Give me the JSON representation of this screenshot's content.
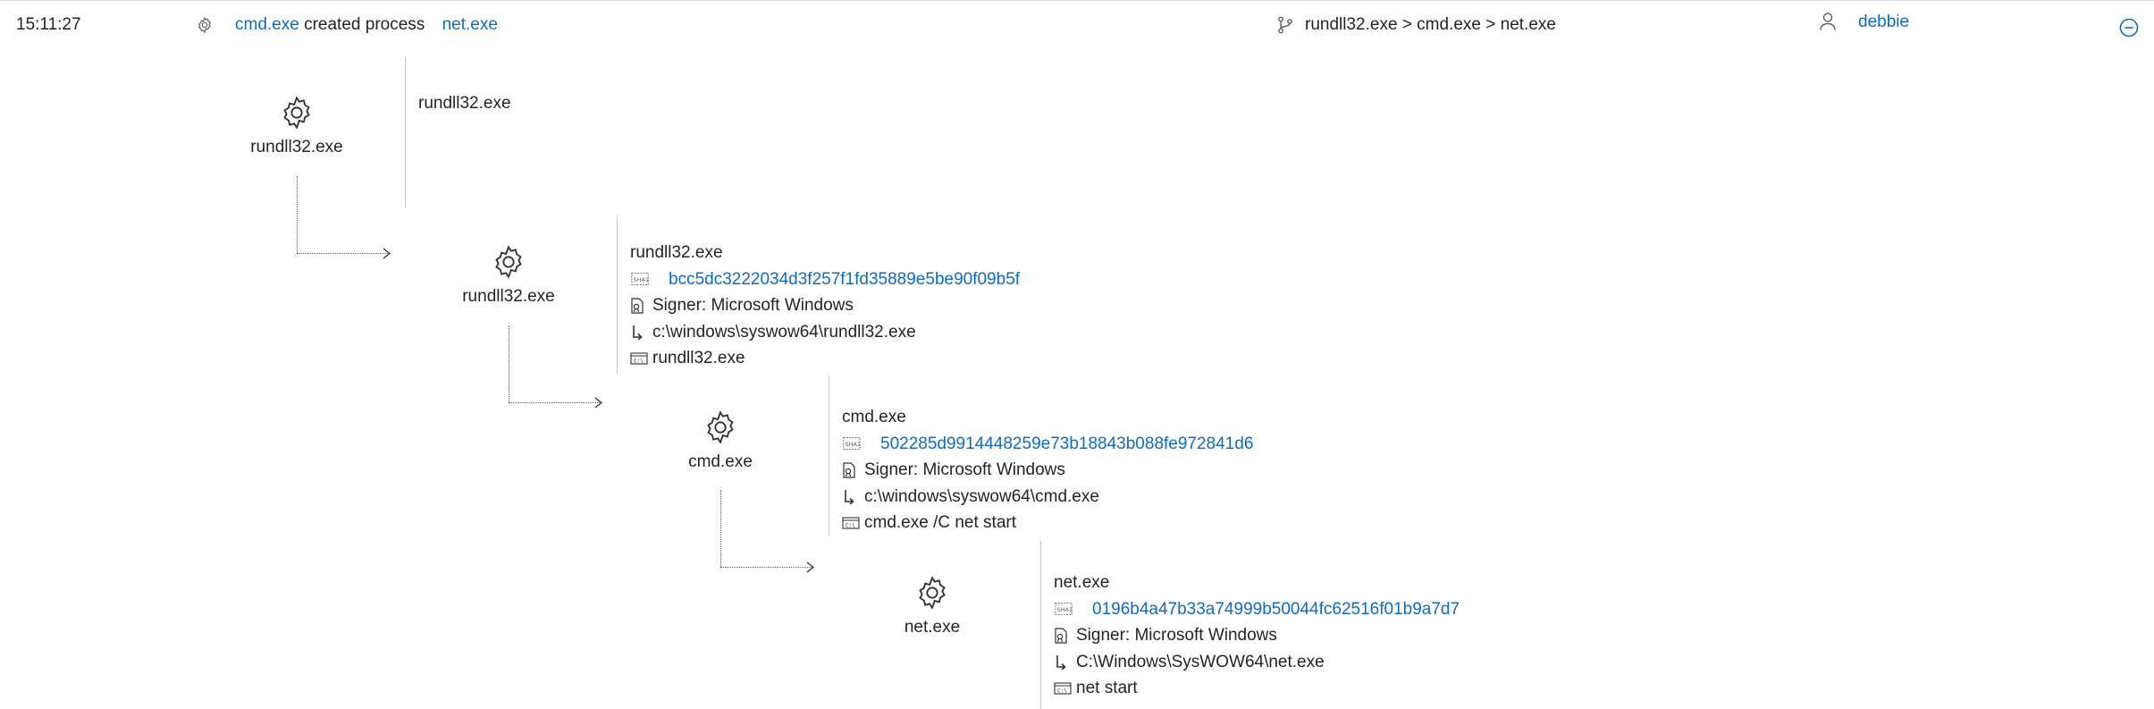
{
  "header": {
    "time": "15:11:27",
    "event_actor": "cmd.exe",
    "event_verb": "created process",
    "event_target": "net.exe",
    "process_chain": "rundll32.exe > cmd.exe > net.exe",
    "user": "debbie"
  },
  "tree": {
    "nodes": [
      {
        "label": "rundll32.exe"
      },
      {
        "label": "rundll32.exe"
      },
      {
        "label": "cmd.exe"
      },
      {
        "label": "net.exe"
      }
    ],
    "details": [
      {
        "name": "rundll32.exe"
      },
      {
        "name": "rundll32.exe",
        "sha1": "bcc5dc3222034d3f257f1fd35889e5be90f09b5f",
        "signer": "Signer: Microsoft Windows",
        "path": "c:\\windows\\syswow64\\rundll32.exe",
        "cmdline": "rundll32.exe"
      },
      {
        "name": "cmd.exe",
        "sha1": "502285d9914448259e73b18843b088fe972841d6",
        "signer": "Signer: Microsoft Windows",
        "path": "c:\\windows\\syswow64\\cmd.exe",
        "cmdline": "cmd.exe /C net start"
      },
      {
        "name": "net.exe",
        "sha1": "0196b4a47b33a74999b50044fc62516f01b9a7d7",
        "signer": "Signer: Microsoft Windows",
        "path": "C:\\Windows\\SysWOW64\\net.exe",
        "cmdline": "net start"
      }
    ]
  },
  "icons": {
    "settings": "gear-icon",
    "branch": "branch-icon",
    "user": "person-icon",
    "collapse": "minus-circle-icon",
    "hash": "sha1-icon",
    "signer": "certificate-icon",
    "path": "path-arrow-icon",
    "cmdline": "console-icon"
  },
  "colors": {
    "link": "#0f6cbd",
    "text": "#252423",
    "divider": "#c8c6c4"
  }
}
